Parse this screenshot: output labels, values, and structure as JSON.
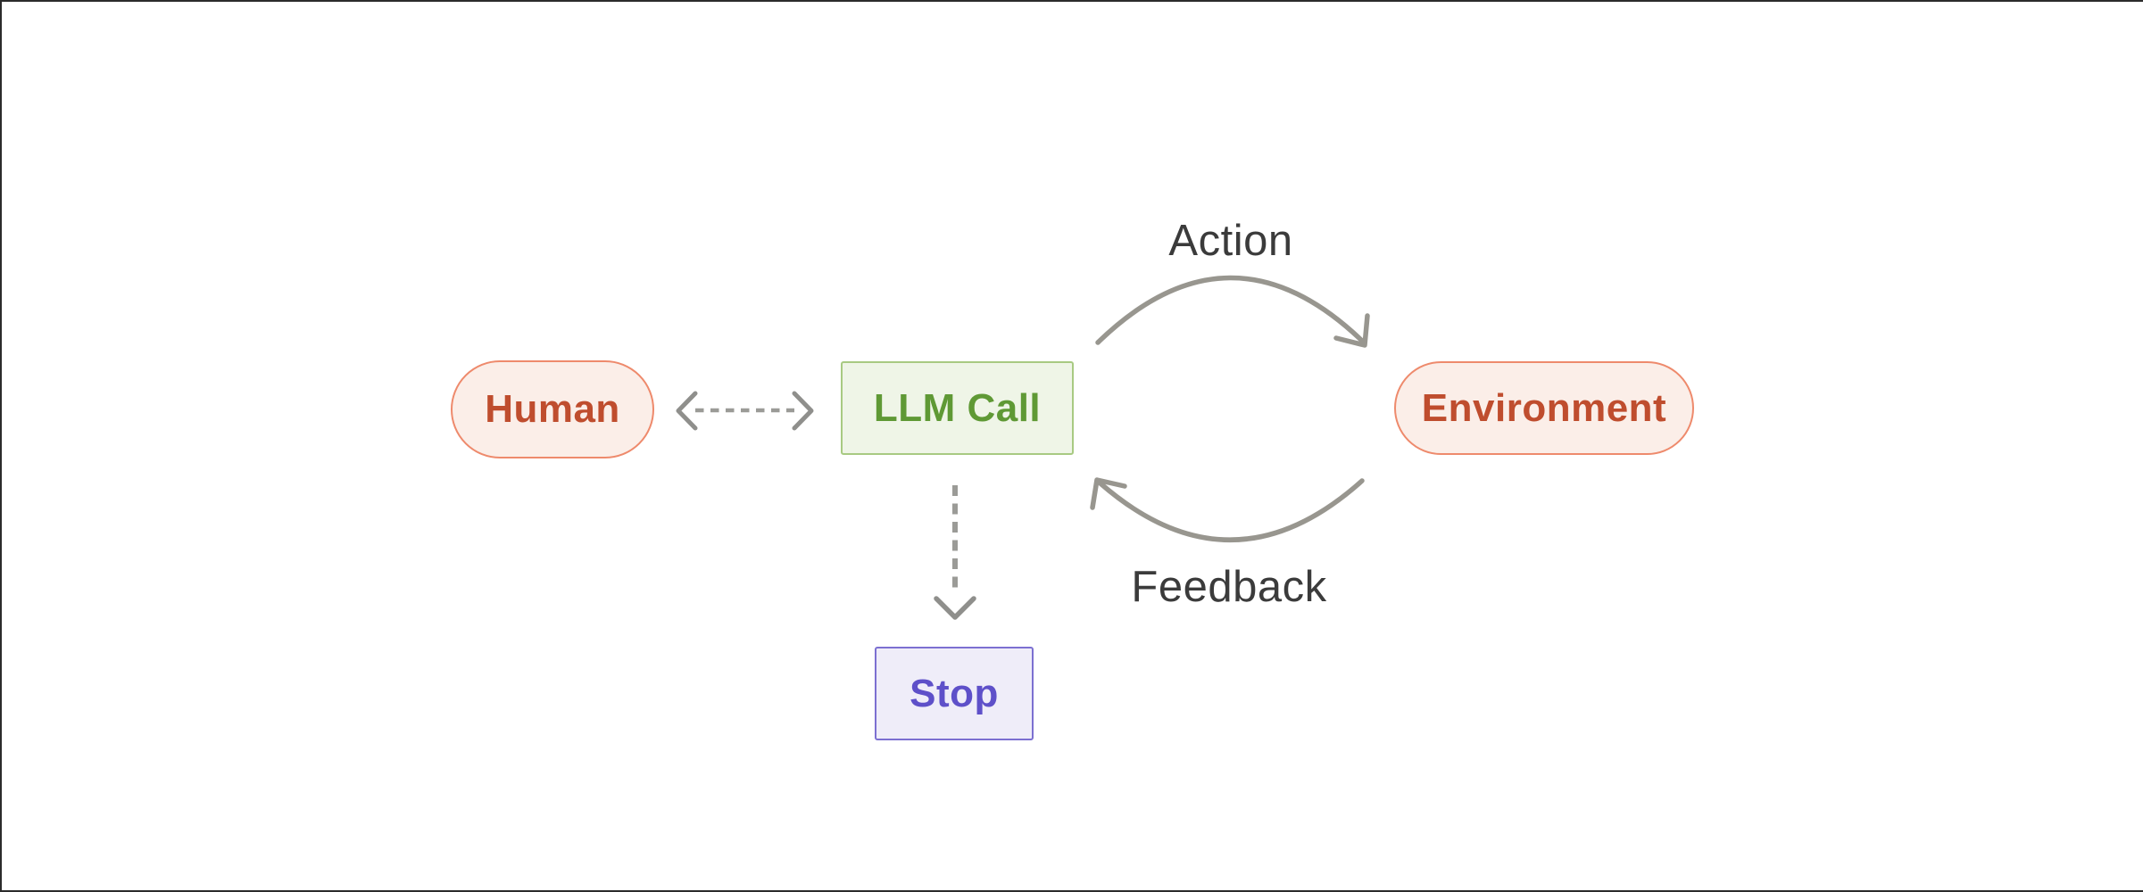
{
  "diagram": {
    "type": "flow-diagram",
    "description": "Agent loop diagram: Human connects bidirectionally to LLM Call; LLM Call sends Action to Environment; Environment returns Feedback to LLM Call; LLM Call can exit to Stop.",
    "nodes": {
      "human": {
        "label": "Human",
        "shape": "pill"
      },
      "llm_call": {
        "label": "LLM Call",
        "shape": "rectangle"
      },
      "environment": {
        "label": "Environment",
        "shape": "pill"
      },
      "stop": {
        "label": "Stop",
        "shape": "rectangle"
      }
    },
    "edges": {
      "human_llm": {
        "from": "Human",
        "to": "LLM Call",
        "type": "dashed-bidirectional-arrow",
        "label": ""
      },
      "action": {
        "from": "LLM Call",
        "to": "Environment",
        "type": "curved-solid-arrow",
        "label": "Action"
      },
      "feedback": {
        "from": "Environment",
        "to": "LLM Call",
        "type": "curved-solid-arrow",
        "label": "Feedback"
      },
      "llm_stop": {
        "from": "LLM Call",
        "to": "Stop",
        "type": "dashed-arrow",
        "label": ""
      }
    },
    "colors": {
      "background": "#ffffff",
      "human_env_bg": "#fbeee8",
      "human_env_border": "#ee8a6c",
      "human_env_text": "#bf4d2e",
      "llm_bg": "#eff5e7",
      "llm_border": "#a8ca82",
      "llm_text": "#5f9935",
      "stop_bg": "#efedf9",
      "stop_border": "#7c70d1",
      "stop_text": "#5e50c9",
      "arrow_gray": "#98968f",
      "dash_gray": "#9b9b97",
      "edge_label_text": "#3b3b3b",
      "frame_line": "#2b2b2b"
    }
  }
}
